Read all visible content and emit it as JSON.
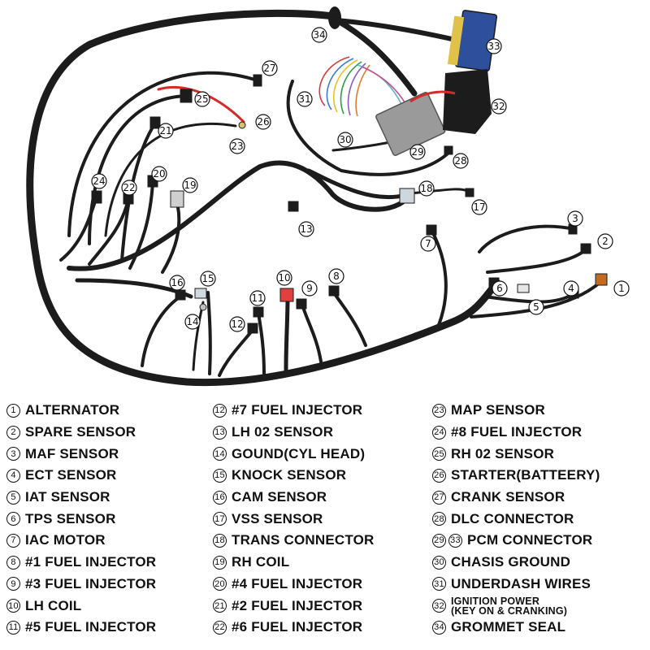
{
  "legend": [
    {
      "nums": [
        "1"
      ],
      "label": "ALTERNATOR"
    },
    {
      "nums": [
        "2"
      ],
      "label": "SPARE SENSOR"
    },
    {
      "nums": [
        "3"
      ],
      "label": "MAF SENSOR"
    },
    {
      "nums": [
        "4"
      ],
      "label": "ECT SENSOR"
    },
    {
      "nums": [
        "5"
      ],
      "label": "IAT SENSOR"
    },
    {
      "nums": [
        "6"
      ],
      "label": "TPS SENSOR"
    },
    {
      "nums": [
        "7"
      ],
      "label": "IAC MOTOR"
    },
    {
      "nums": [
        "8"
      ],
      "label": "#1 FUEL INJECTOR"
    },
    {
      "nums": [
        "9"
      ],
      "label": "#3 FUEL INJECTOR"
    },
    {
      "nums": [
        "10"
      ],
      "label": "LH COIL"
    },
    {
      "nums": [
        "11"
      ],
      "label": "#5 FUEL INJECTOR"
    },
    {
      "nums": [
        "12"
      ],
      "label": "#7 FUEL INJECTOR"
    },
    {
      "nums": [
        "13"
      ],
      "label": "LH 02 SENSOR"
    },
    {
      "nums": [
        "14"
      ],
      "label": "GOUND(CYL HEAD)"
    },
    {
      "nums": [
        "15"
      ],
      "label": "KNOCK SENSOR"
    },
    {
      "nums": [
        "16"
      ],
      "label": "CAM SENSOR"
    },
    {
      "nums": [
        "17"
      ],
      "label": "VSS SENSOR"
    },
    {
      "nums": [
        "18"
      ],
      "label": "TRANS CONNECTOR"
    },
    {
      "nums": [
        "19"
      ],
      "label": "RH COIL"
    },
    {
      "nums": [
        "20"
      ],
      "label": "#4 FUEL INJECTOR"
    },
    {
      "nums": [
        "21"
      ],
      "label": "#2 FUEL INJECTOR"
    },
    {
      "nums": [
        "22"
      ],
      "label": "#6 FUEL INJECTOR"
    },
    {
      "nums": [
        "23"
      ],
      "label": "MAP SENSOR"
    },
    {
      "nums": [
        "24"
      ],
      "label": "#8 FUEL INJECTOR"
    },
    {
      "nums": [
        "25"
      ],
      "label": "RH 02 SENSOR"
    },
    {
      "nums": [
        "26"
      ],
      "label": "STARTER(BATTEERY)"
    },
    {
      "nums": [
        "27"
      ],
      "label": "CRANK SENSOR"
    },
    {
      "nums": [
        "28"
      ],
      "label": "DLC CONNECTOR"
    },
    {
      "nums": [
        "29",
        "33"
      ],
      "label": "PCM CONNECTOR"
    },
    {
      "nums": [
        "30"
      ],
      "label": "CHASIS GROUND"
    },
    {
      "nums": [
        "31"
      ],
      "label": "UNDERDASH WIRES"
    },
    {
      "nums": [
        "32"
      ],
      "label": "IGNITION POWER",
      "label2": "(KEY ON & CRANKING)"
    },
    {
      "nums": [
        "34"
      ],
      "label": "GROMMET SEAL"
    }
  ],
  "colors": {
    "harness": "#1c1c1c",
    "connector_gray": "#9a9a9a",
    "red_lead": "#d42a2a",
    "pcm_blue": "#2e4f9c"
  }
}
